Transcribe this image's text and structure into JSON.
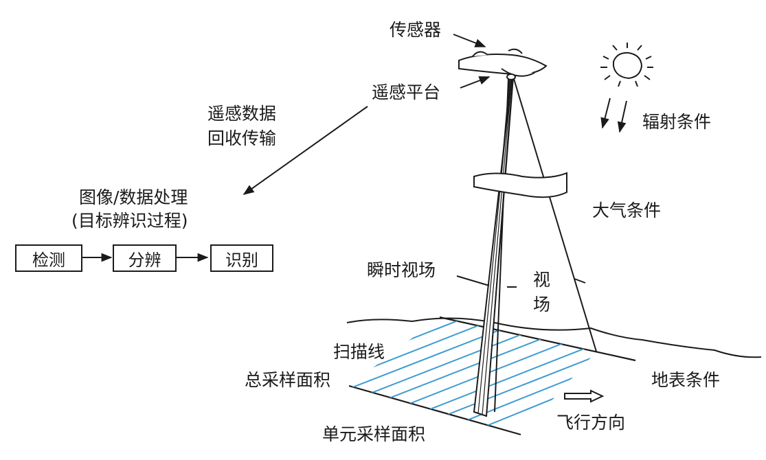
{
  "labels": {
    "sensor": "传感器",
    "platform": "遥感平台",
    "transmission": [
      "遥感数据",
      "回收传输"
    ],
    "processing": [
      "图像/数据处理",
      "(目标辨识过程)"
    ],
    "radiation": "辐射条件",
    "atmosphere": "大气条件",
    "ifov": "瞬时视场",
    "fov": [
      "视",
      "场"
    ],
    "scan_line": "扫描线",
    "total_area": "总采样面积",
    "unit_area": "单元采样面积",
    "surface": "地表条件",
    "flight_direction": "飞行方向"
  },
  "flow": {
    "steps": [
      "检测",
      "分辨",
      "识别"
    ]
  },
  "colors": {
    "ink": "#1a1a1a",
    "scan_lines": "#3d9bd1"
  }
}
